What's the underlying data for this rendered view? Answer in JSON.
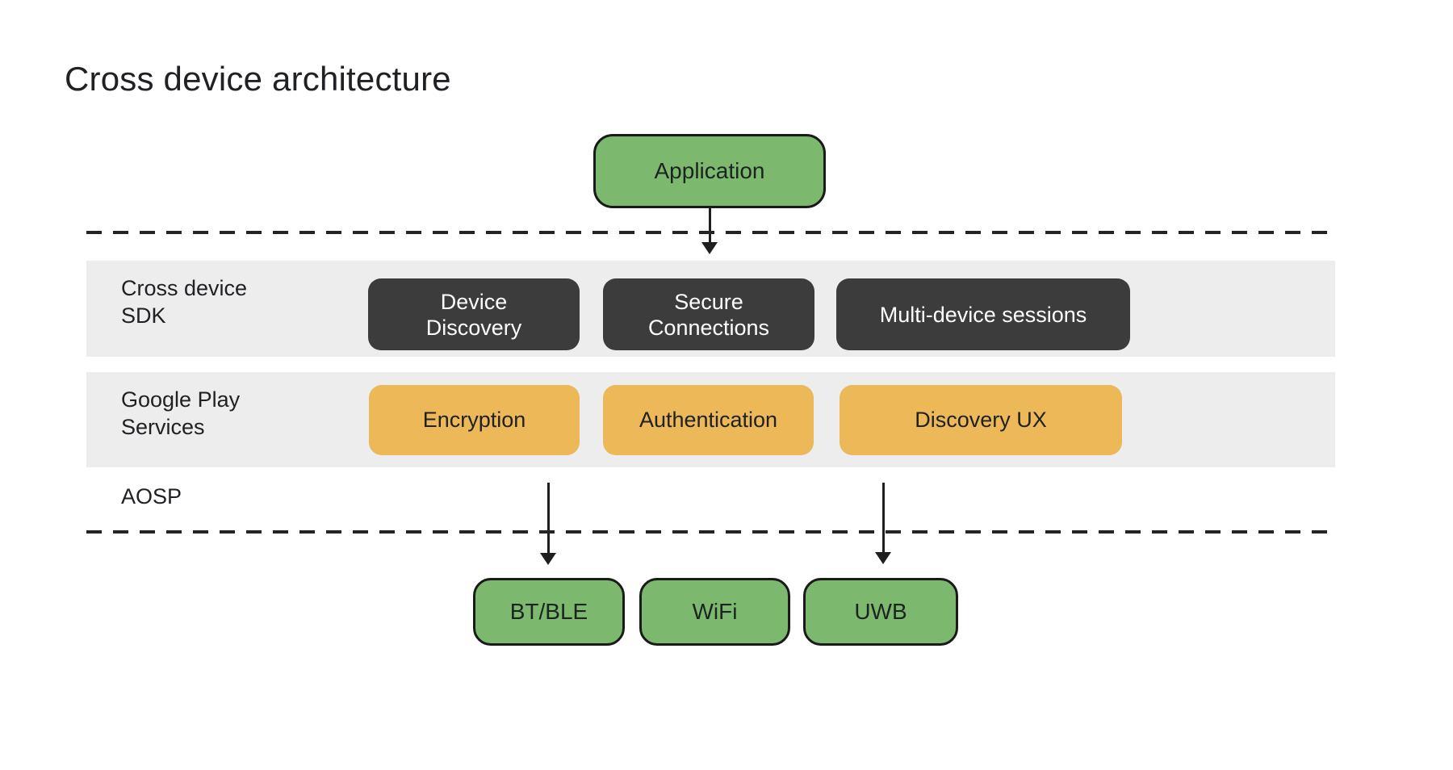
{
  "title": "Cross device architecture",
  "application": {
    "label": "Application"
  },
  "sdk_layer": {
    "label": "Cross device\nSDK",
    "boxes": [
      {
        "label": "Device\nDiscovery"
      },
      {
        "label": "Secure\nConnections"
      },
      {
        "label": "Multi-device sessions"
      }
    ]
  },
  "gps_layer": {
    "label": "Google Play\nServices",
    "boxes": [
      {
        "label": "Encryption"
      },
      {
        "label": "Authentication"
      },
      {
        "label": "Discovery UX"
      }
    ]
  },
  "aosp": {
    "label": "AOSP"
  },
  "transports": [
    {
      "label": "BT/BLE"
    },
    {
      "label": "WiFi"
    },
    {
      "label": "UWB"
    }
  ],
  "colors": {
    "node_green": "#7CB86E",
    "pill_dark": "#3C3C3C",
    "pill_orange": "#ECB858",
    "band_gray": "#EDEDED",
    "text_dark": "#202124",
    "line_black": "#1f1f1f",
    "background": "#ffffff"
  }
}
